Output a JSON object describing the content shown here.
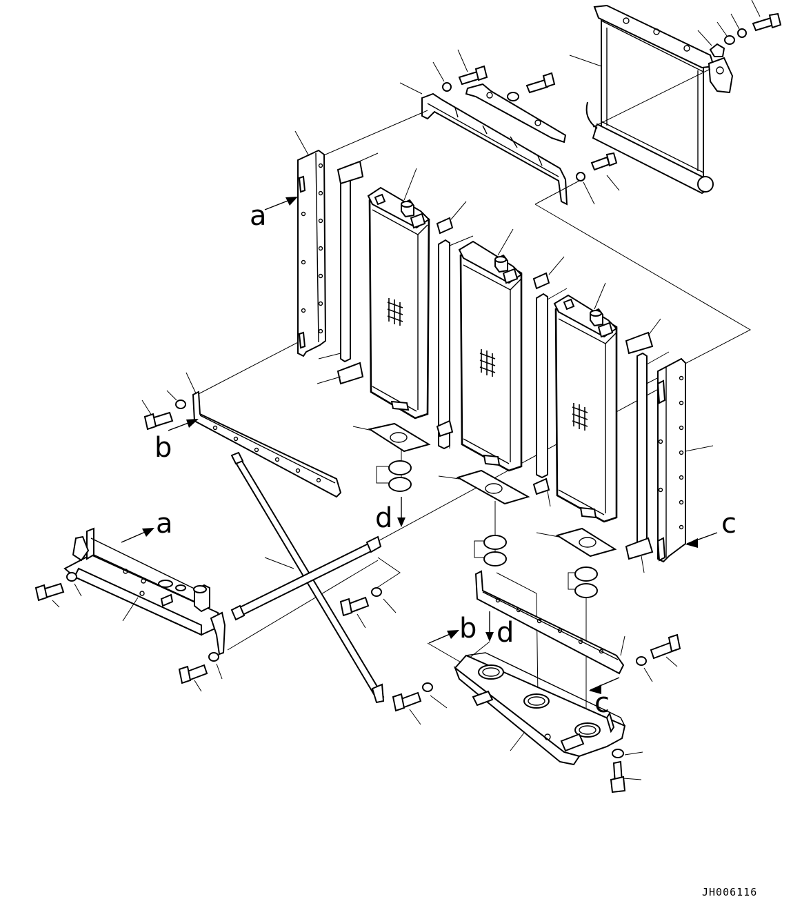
{
  "labels": {
    "a1": "a",
    "a2": "a",
    "b1": "b",
    "b2": "b",
    "c1": "c",
    "c2": "c",
    "d1": "d",
    "d2": "d"
  },
  "drawing_id": "JH006116"
}
